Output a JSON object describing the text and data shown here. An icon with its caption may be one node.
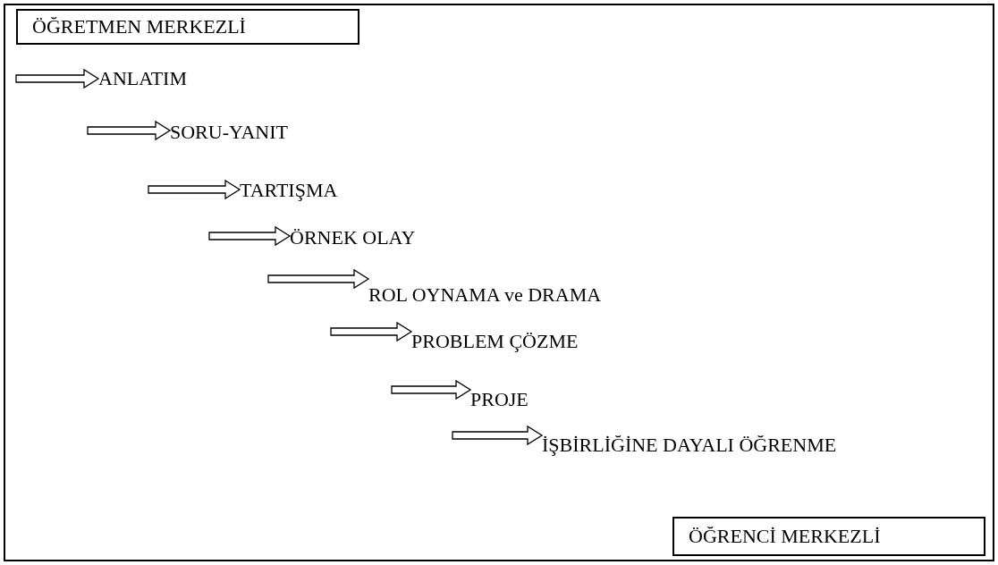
{
  "diagram": {
    "nodes": [
      {
        "text": [
          "ÖĞRETMEN MERKEZLİ"
        ]
      },
      {
        "text": [
          "ANLATIM"
        ]
      },
      {
        "text": [
          "SORU-YANIT"
        ]
      },
      {
        "text": [
          "TARTIŞMA"
        ]
      },
      {
        "text": [
          "ÖRNEK OLAY"
        ]
      },
      {
        "text": [
          "ROL OYNAMA ve DRAMA"
        ]
      },
      {
        "text": [
          "PROBLEM ÇÖZME"
        ]
      },
      {
        "text": [
          "PROJE"
        ]
      },
      {
        "text": [
          "İŞBİRLİĞİNE DAYALI ÖĞRENME"
        ]
      },
      {
        "text": [
          "ÖĞRENCİ MERKEZLİ"
        ]
      }
    ],
    "edges": [
      {
        "from": null,
        "to": 1,
        "arrow": "to"
      },
      {
        "from": null,
        "to": 2,
        "arrow": "to"
      },
      {
        "from": null,
        "to": 3,
        "arrow": "to"
      },
      {
        "from": null,
        "to": 4,
        "arrow": "to"
      },
      {
        "from": null,
        "to": 5,
        "arrow": "to"
      },
      {
        "from": null,
        "to": 6,
        "arrow": "to"
      },
      {
        "from": null,
        "to": 7,
        "arrow": "to"
      },
      {
        "from": null,
        "to": 8,
        "arrow": "to"
      }
    ]
  }
}
